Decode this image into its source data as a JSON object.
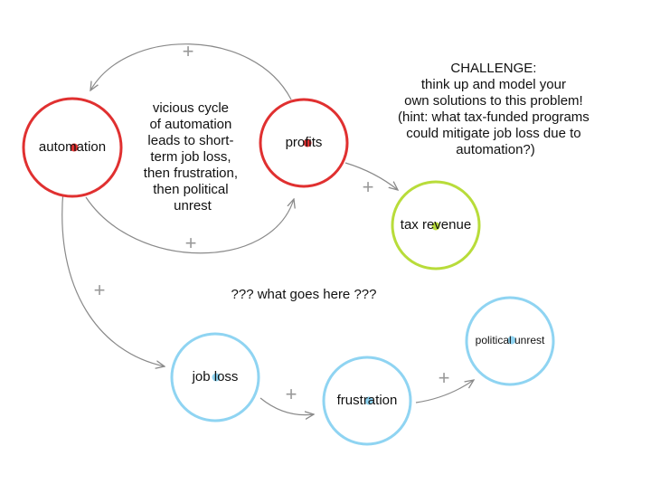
{
  "colors": {
    "red": "#e03030",
    "green": "#b8dc3a",
    "blue": "#8fd4f2",
    "edge": "#8a8a8a",
    "plus": "#999999"
  },
  "nodes": {
    "automation": {
      "label": "automation",
      "color": "red"
    },
    "profits": {
      "label": "profits",
      "color": "red"
    },
    "tax_revenue": {
      "label": "tax revenue",
      "color": "green"
    },
    "job_loss": {
      "label": "job loss",
      "color": "blue"
    },
    "frustration": {
      "label": "frustration",
      "color": "blue"
    },
    "political_unrest": {
      "label": "political unrest",
      "color": "blue"
    }
  },
  "edge_signs": {
    "profits_to_automation": "+",
    "automation_to_profits": "+",
    "profits_to_tax_revenue": "+",
    "automation_to_job_loss": "+",
    "job_loss_to_frustration": "+",
    "frustration_to_political_unrest": "+"
  },
  "notes": {
    "cycle_lines": [
      "vicious cycle",
      "of automation",
      "leads to short-",
      "term job loss,",
      "then frustration,",
      "then political",
      "unrest"
    ],
    "challenge_lines": [
      "CHALLENGE:",
      "think up and model your",
      "own solutions to this problem!",
      "(hint: what tax-funded programs",
      "could mitigate job loss due to",
      "automation?)"
    ],
    "question": "??? what goes here ???"
  }
}
